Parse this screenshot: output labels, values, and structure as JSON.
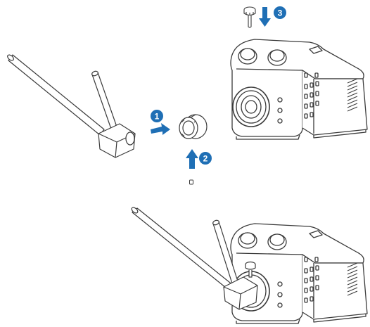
{
  "steps": {
    "step1": {
      "number": "1",
      "color": "#1f6fb5"
    },
    "step2": {
      "number": "2",
      "color": "#1f6fb5"
    },
    "step3": {
      "number": "3",
      "color": "#1f6fb5"
    }
  },
  "icons": [
    "arrow-right-icon",
    "arrow-up-icon",
    "arrow-down-icon"
  ],
  "colors": {
    "line": "#3a3a3a",
    "accent": "#1f6fb5",
    "body_fill": "#ffffff"
  }
}
